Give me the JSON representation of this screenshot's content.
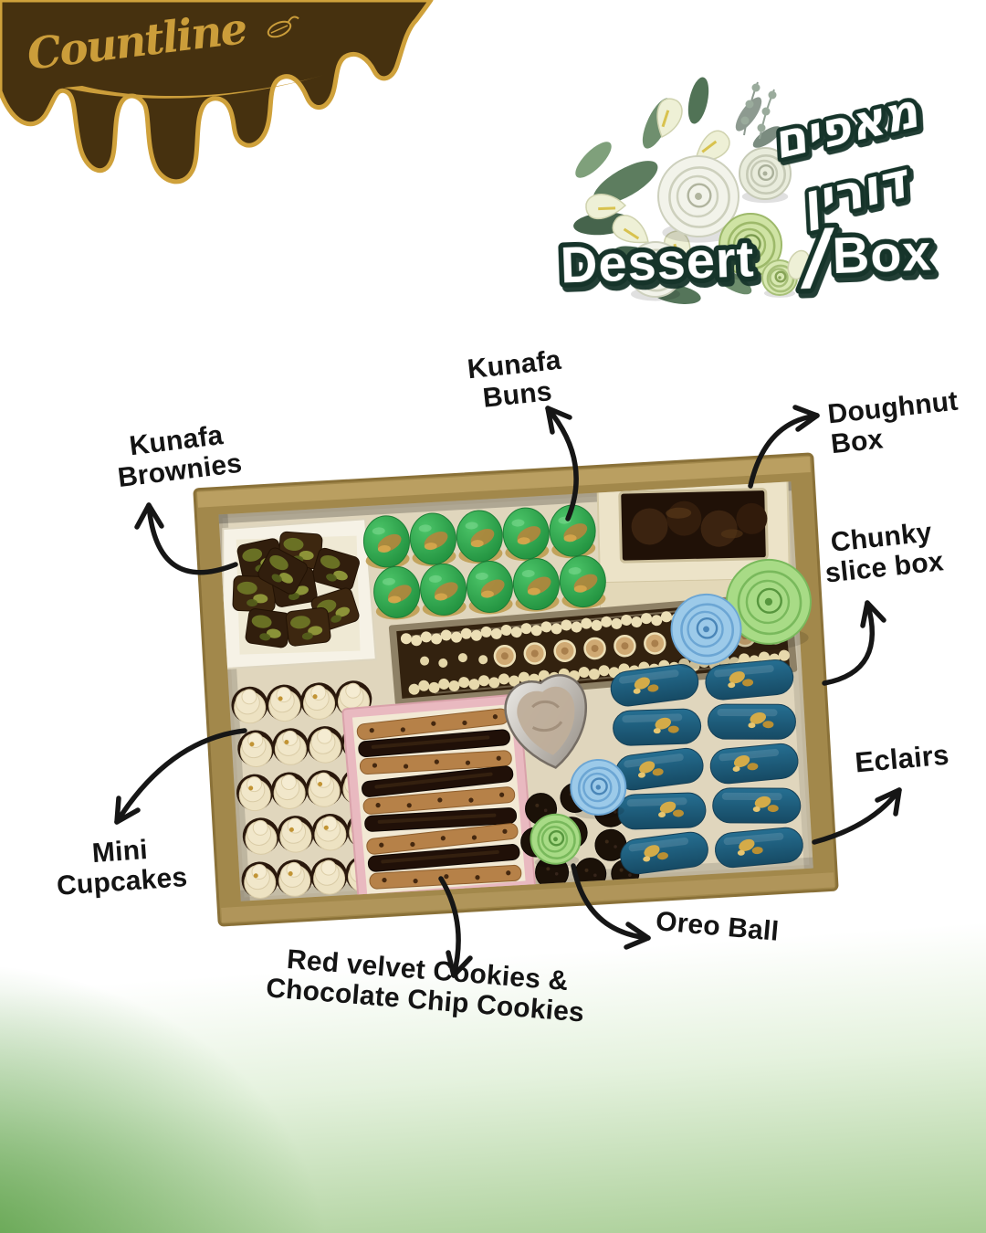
{
  "brand": {
    "name": "Countline"
  },
  "logo": {
    "script_line1": "מאפים",
    "script_line2": "דורין",
    "word1": "Dessert",
    "separator": "/",
    "word2": "Box"
  },
  "annotations": {
    "kunafa_brownies": {
      "line1": "Kunafa",
      "line2": "Brownies"
    },
    "kunafa_buns": {
      "line1": "Kunafa",
      "line2": "Buns"
    },
    "doughnut_box": {
      "line1": "Doughnut",
      "line2": "Box"
    },
    "chunky_slice_box": {
      "line1": "Chunky",
      "line2": "slice box"
    },
    "eclairs": {
      "line1": "Eclairs"
    },
    "mini_cupcakes": {
      "line1": "Mini",
      "line2": "Cupcakes"
    },
    "oreo_ball": {
      "line1": "Oreo Ball"
    },
    "red_velvet_cookies": {
      "line1": "Red velvet Cookies &",
      "line2": "Chocolate Chip Cookies"
    }
  },
  "photo": {
    "description": "Overhead photo of a kraft cardboard dessert tray filled with assorted desserts",
    "items": [
      "Kunafa Brownies",
      "Kunafa Buns",
      "Doughnut Box",
      "Chunky slice box",
      "Mini Cupcakes",
      "Red velvet Cookies & Chocolate Chip Cookies",
      "Oreo Balls",
      "Eclairs",
      "Blue and green fondant roses",
      "Silver heart tin"
    ]
  },
  "colors": {
    "drip_brown": "#46310f",
    "gold": "#c89a36",
    "logo_outline_green": "#16342a",
    "label_text": "#141414",
    "arrow": "#161616",
    "kraft_box": "#a2884b",
    "bun_green": "#2ba14c",
    "eclair_teal": "#1d5a7a",
    "rose_blue": "#9ccae9",
    "rose_green": "#a8db86",
    "gradient_green": "#6aa855"
  }
}
